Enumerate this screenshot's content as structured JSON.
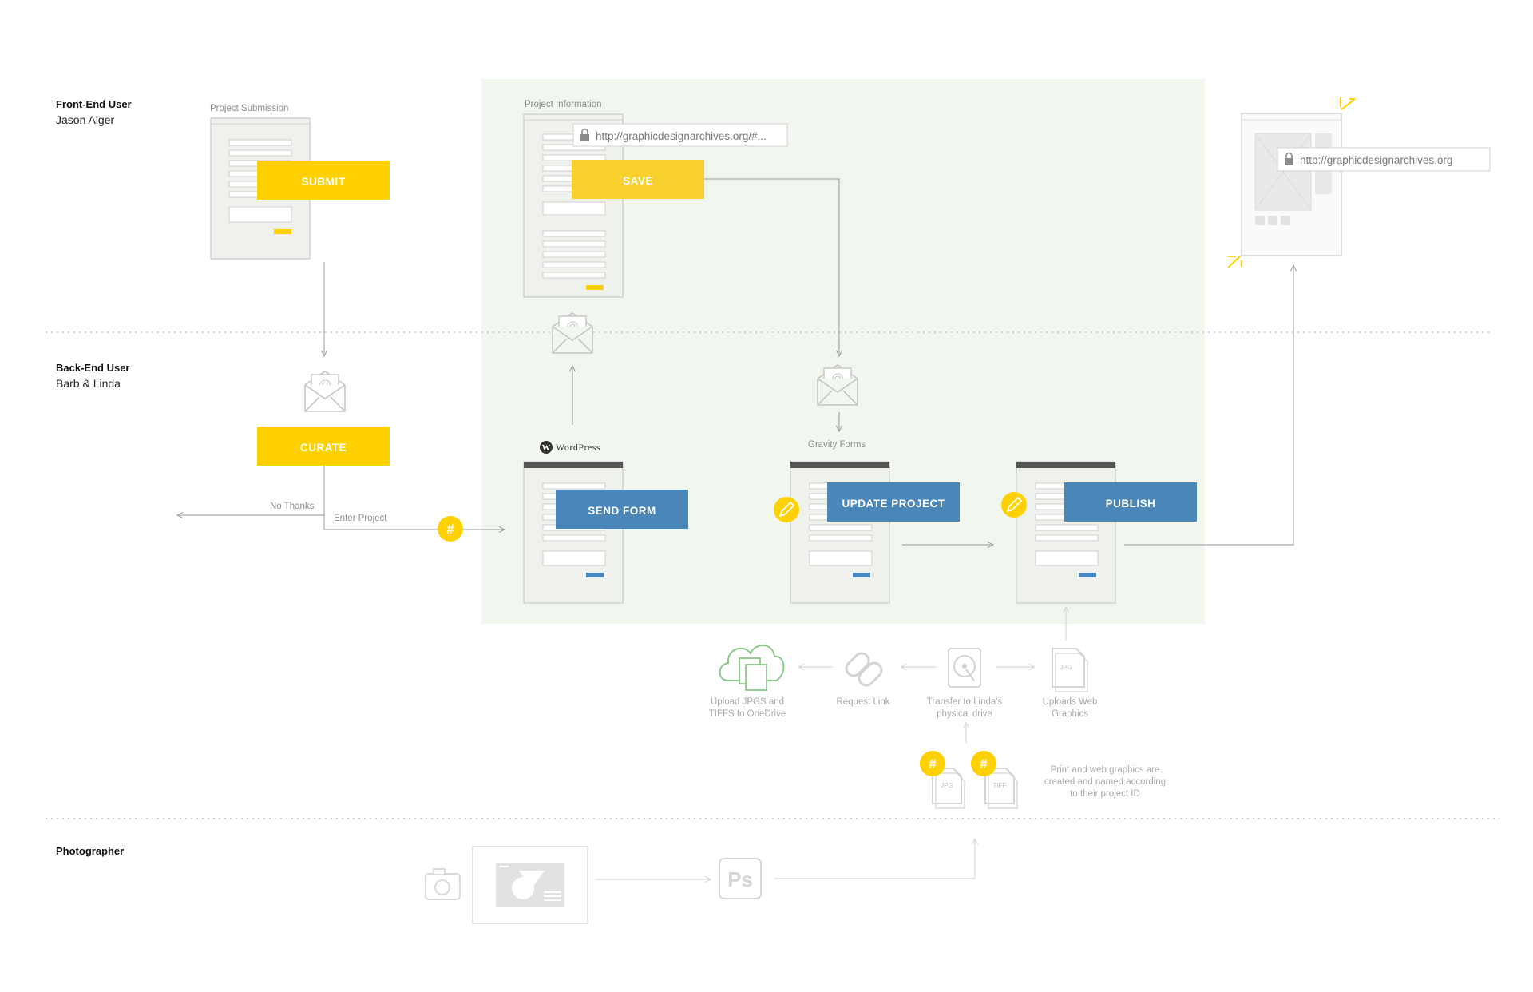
{
  "lanes": {
    "front_end": {
      "title": "Front-End User",
      "person": "Jason Alger"
    },
    "back_end": {
      "title": "Back-End User",
      "person": "Barb & Linda"
    },
    "photographer": {
      "title": "Photographer"
    }
  },
  "captions": {
    "project_submission": "Project Submission",
    "project_information": "Project Information",
    "gravity_forms": "Gravity Forms",
    "wordpress": "WordPress",
    "no_thanks": "No Thanks",
    "enter_project": "Enter Project"
  },
  "buttons": {
    "submit": "SUBMIT",
    "save": "SAVE",
    "curate": "CURATE",
    "send_form": "SEND FORM",
    "update_project": "UPDATE PROJECT",
    "publish": "PUBLISH"
  },
  "urls": {
    "form": "http://graphicdesignarchives.org/#...",
    "site": "http://graphicdesignarchives.org"
  },
  "steps": {
    "upload_onedrive": [
      "Upload JPGS and",
      "TIFFS to OneDrive"
    ],
    "request_link": [
      "Request Link"
    ],
    "transfer_drive": [
      "Transfer to Linda's",
      "physical drive"
    ],
    "uploads_web": [
      "Uploads Web",
      "Graphics"
    ],
    "naming_note": [
      "Print and web graphics are",
      "created and named according",
      "to their project ID"
    ]
  },
  "file_labels": {
    "jpg": "JPG",
    "tiff": "TIFF"
  },
  "photoshop_label": "Ps",
  "hash_symbol": "#",
  "colors": {
    "yellow": "#FFD100",
    "blue": "#4A86B8",
    "green_panel": "#F1F7EE",
    "cloud_green": "#8CC888",
    "line": "#c4c4c4",
    "form_bg": "#EEF1EC"
  }
}
